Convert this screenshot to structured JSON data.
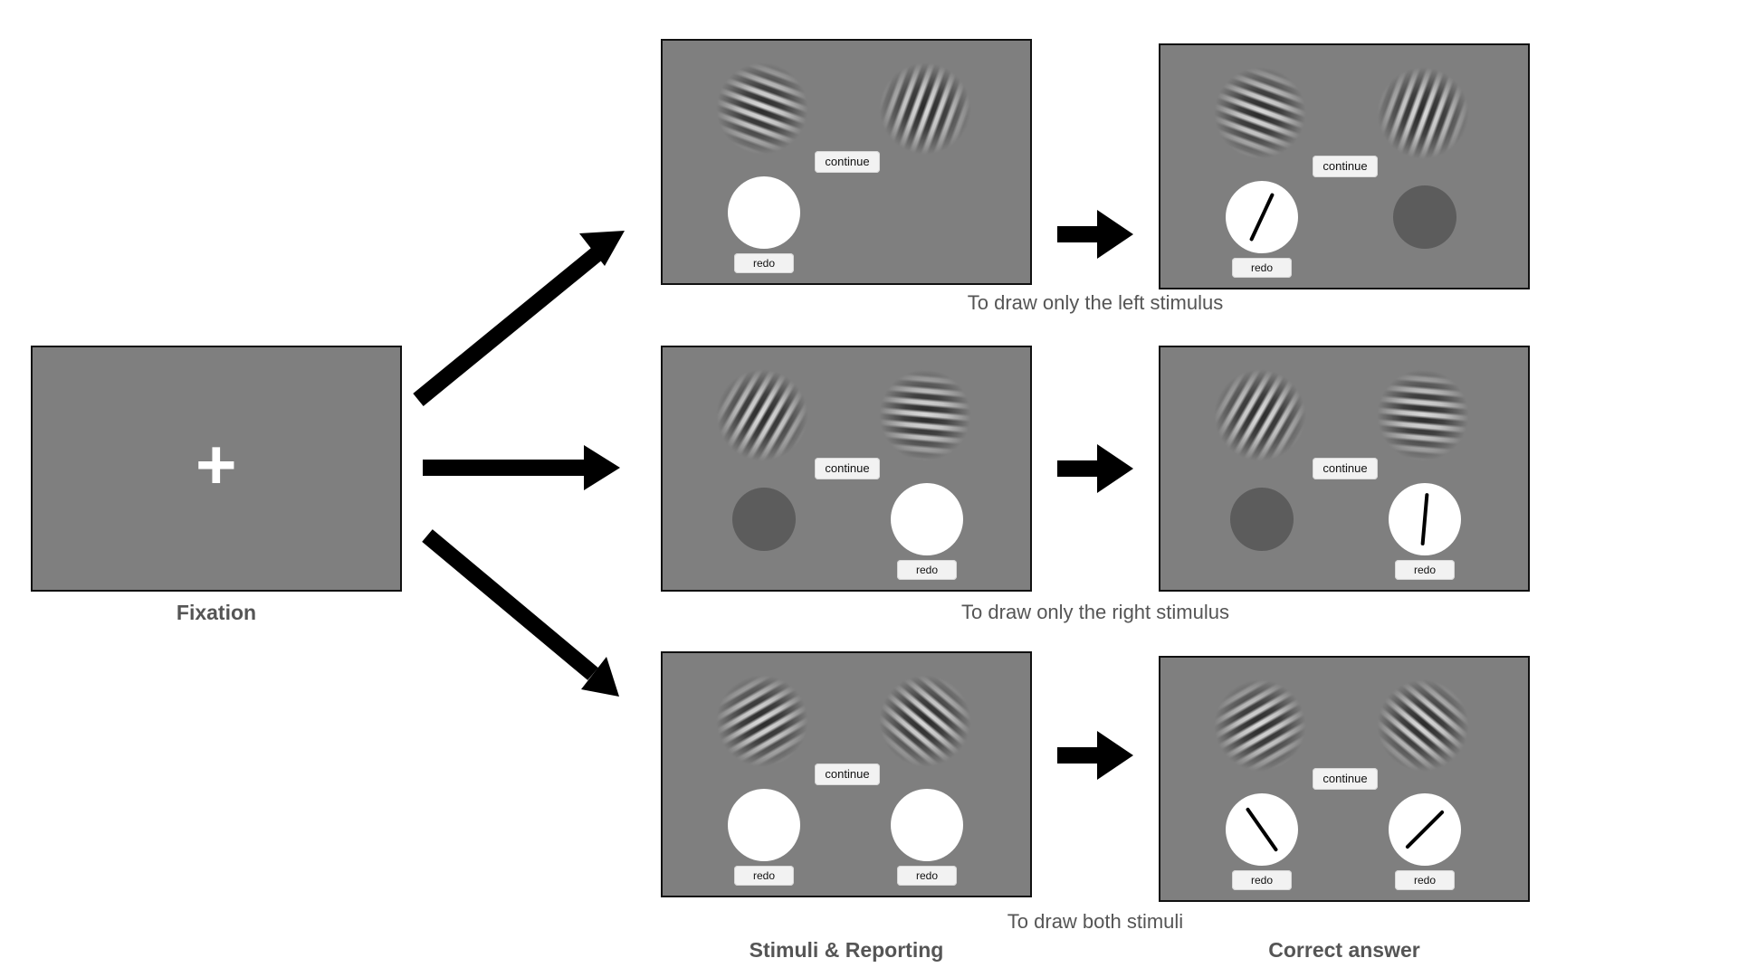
{
  "labels": {
    "fixation": "Fixation",
    "stimuli_reporting": "Stimuli & Reporting",
    "correct_answer": "Correct answer"
  },
  "fixation_symbol": "+",
  "rows": [
    {
      "caption": "To draw only the left stimulus",
      "stimuli_panel": {
        "gratings": [
          {
            "orientation_deg": 20
          },
          {
            "orientation_deg": 110
          }
        ],
        "continue_label": "continue",
        "left": {
          "state": "active",
          "redo_label": "redo"
        },
        "right": {
          "state": "hidden"
        }
      },
      "answer_panel": {
        "gratings": [
          {
            "orientation_deg": 20
          },
          {
            "orientation_deg": 110
          }
        ],
        "continue_label": "continue",
        "left": {
          "state": "answer",
          "redo_label": "redo",
          "line_deg": 25
        },
        "right": {
          "state": "inactive"
        }
      }
    },
    {
      "caption": "To draw only the right stimulus",
      "stimuli_panel": {
        "gratings": [
          {
            "orientation_deg": 120
          },
          {
            "orientation_deg": 5
          }
        ],
        "continue_label": "continue",
        "left": {
          "state": "inactive"
        },
        "right": {
          "state": "active",
          "redo_label": "redo"
        }
      },
      "answer_panel": {
        "gratings": [
          {
            "orientation_deg": 120
          },
          {
            "orientation_deg": 5
          }
        ],
        "continue_label": "continue",
        "left": {
          "state": "inactive"
        },
        "right": {
          "state": "answer",
          "redo_label": "redo",
          "line_deg": 5
        }
      }
    },
    {
      "caption": "To draw both stimuli",
      "stimuli_panel": {
        "gratings": [
          {
            "orientation_deg": 150
          },
          {
            "orientation_deg": 40
          }
        ],
        "continue_label": "continue",
        "left": {
          "state": "active",
          "redo_label": "redo"
        },
        "right": {
          "state": "active",
          "redo_label": "redo"
        }
      },
      "answer_panel": {
        "gratings": [
          {
            "orientation_deg": 150
          },
          {
            "orientation_deg": 40
          }
        ],
        "continue_label": "continue",
        "left": {
          "state": "answer",
          "redo_label": "redo",
          "line_deg": -35
        },
        "right": {
          "state": "answer",
          "redo_label": "redo",
          "line_deg": 45
        }
      }
    }
  ],
  "colors": {
    "screen_gray": "#7f7f7f",
    "inactive_disc": "#5c5c5c",
    "arrow": "#000000",
    "caption": "#555555"
  }
}
